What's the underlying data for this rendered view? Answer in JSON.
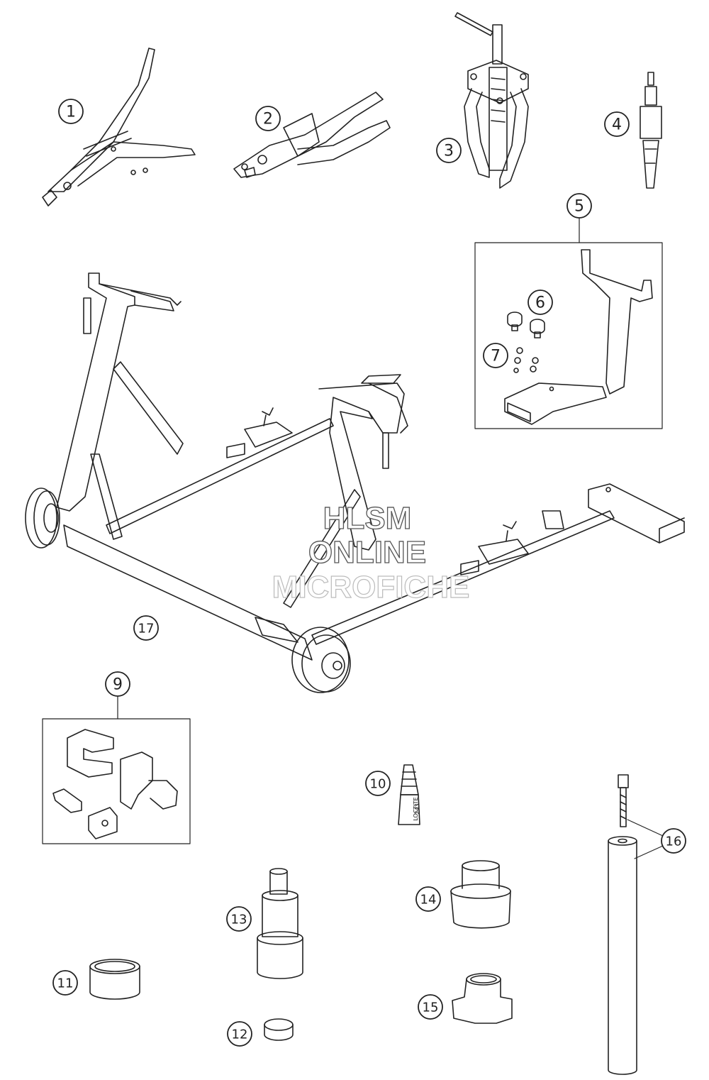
{
  "callouts": [
    "1",
    "2",
    "3",
    "4",
    "5",
    "6",
    "7",
    "9",
    "10",
    "11",
    "12",
    "13",
    "14",
    "15",
    "16",
    "17"
  ],
  "watermark": {
    "line1": "HLSM",
    "line2": "ONLINE",
    "line3": "MICROFICHE"
  },
  "tube_label": {
    "line1": "LOCTITE",
    "line2": "243"
  }
}
